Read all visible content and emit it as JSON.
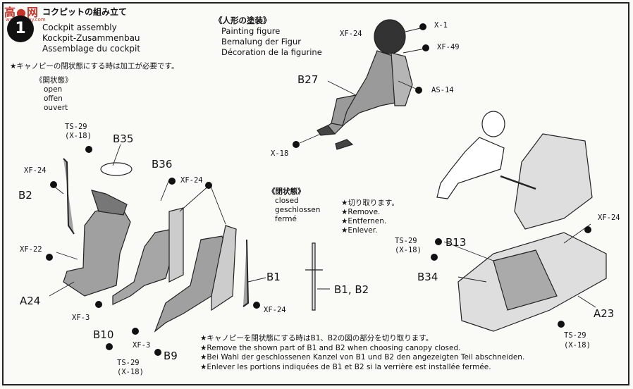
{
  "watermark": {
    "logo_text": "高",
    "logo_text2": "网",
    "site": "www.hobby.com"
  },
  "step": {
    "number": "1",
    "title_jp": "コクピットの組み立て",
    "title_en": "Cockpit assembly",
    "title_de": "Kockpit-Zusammenbau",
    "title_fr": "Assemblage du cockpit"
  },
  "canopy_note_jp": "★キャノピーの閉状態にする時は加工が必要です。",
  "open_state": {
    "heading": "《開状態》",
    "en": "open",
    "de": "offen",
    "fr": "ouvert"
  },
  "painting": {
    "heading": "《人形の塗装》",
    "en": "Painting figure",
    "de": "Bemalung der Figur",
    "fr": "Décoration de la figurine"
  },
  "closed_state": {
    "heading": "《閉状態》",
    "en": "closed",
    "de": "geschlossen",
    "fr": "fermé"
  },
  "cut_note": {
    "jp": "★切り取ります。",
    "en": "★Remove.",
    "de": "★Entfernen.",
    "fr": "★Enlever."
  },
  "labels": {
    "x1": "X-1",
    "xf24_helmet": "XF-24",
    "xf49": "XF-49",
    "b27": "B27",
    "as14": "AS-14",
    "x18_boots": "X-18",
    "ts29_a": "TS-29",
    "x18_a": "(X-18)",
    "b35": "B35",
    "b36": "B36",
    "xf24_b36": "XF-24",
    "xf24_left": "XF-24",
    "b2": "B2",
    "xf22": "XF-22",
    "a24": "A24",
    "xf3_a": "XF-3",
    "b10": "B10",
    "xf3_b": "XF-3",
    "b9": "B9",
    "ts29_b": "TS-29",
    "x18_b": "(X-18)",
    "b1": "B1",
    "xf24_b1": "XF-24",
    "b1b2": "B1, B2",
    "ts29_c": "TS-29",
    "x18_c": "(X-18)",
    "b13": "B13",
    "b34": "B34",
    "xf24_right": "XF-24",
    "a23": "A23",
    "ts29_d": "TS-29",
    "x18_d": "(X-18)"
  },
  "bottom_notes": {
    "jp": "★キャノピーを閉状態にする時はB1、B2の図の部分を切り取ります。",
    "en": "★Remove the shown part of B1 and B2 when choosing canopy closed.",
    "de": "★Bei Wahl der geschlossenen Kanzel von B1 und B2 den angezeigten Teil abschneiden.",
    "fr": "★Enlever les portions indiquées de B1 et B2 si la verrière est installée fermée."
  }
}
